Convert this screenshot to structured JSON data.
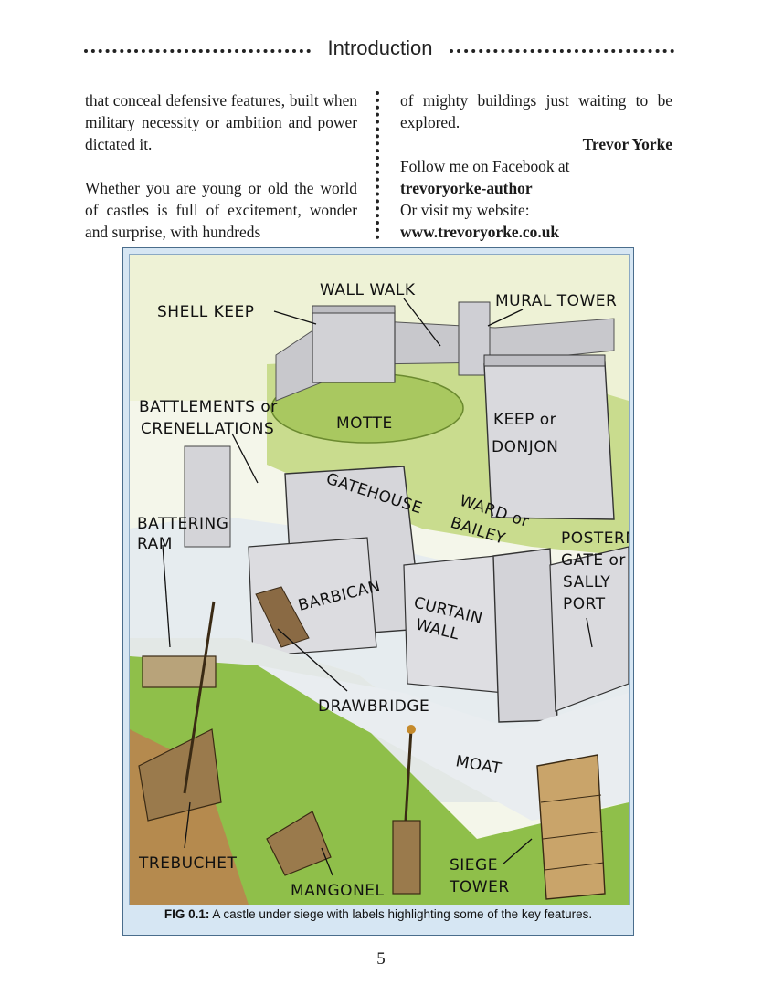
{
  "header": {
    "title": "Introduction"
  },
  "left_column": {
    "para1": "that conceal defensive features, built when military necessity or ambition and power dictated it.",
    "para2": "Whether you are young or old the world of castles is full of excitement, wonder and surprise, with hundreds"
  },
  "right_column": {
    "para1": "of mighty buildings just waiting to be explored.",
    "author": "Trevor Yorke",
    "facebook_text": "Follow me on Facebook at",
    "facebook_handle": "trevoryorke-author",
    "website_text": "Or visit my website:",
    "website_url": "www.trevoryorke.co.uk"
  },
  "figure": {
    "labels": {
      "wall_walk": "WALL WALK",
      "shell_keep": "SHELL KEEP",
      "mural_tower": "MURAL TOWER",
      "battlements_1": "BATTLEMENTS or",
      "battlements_2": "CRENELLATIONS",
      "motte": "MOTTE",
      "keep_1": "KEEP or",
      "keep_2": "DONJON",
      "gatehouse": "GATEHOUSE",
      "ward_1": "WARD or",
      "ward_2": "BAILEY",
      "battering_1": "BATTERING",
      "battering_2": "RAM",
      "postern_1": "POSTERN",
      "postern_2": "GATE or",
      "postern_3": "SALLY",
      "postern_4": "PORT",
      "barbican": "BARBICAN",
      "curtain_1": "CURTAIN",
      "curtain_2": "WALL",
      "drawbridge": "DRAWBRIDGE",
      "moat": "MOAT",
      "trebuchet": "TREBUCHET",
      "mangonel": "MANGONEL",
      "siege_1": "SIEGE",
      "siege_2": "TOWER"
    },
    "caption_label": "FIG 0.1:",
    "caption_text": " A castle under siege with labels highlighting some of the key features."
  },
  "page_number": "5"
}
